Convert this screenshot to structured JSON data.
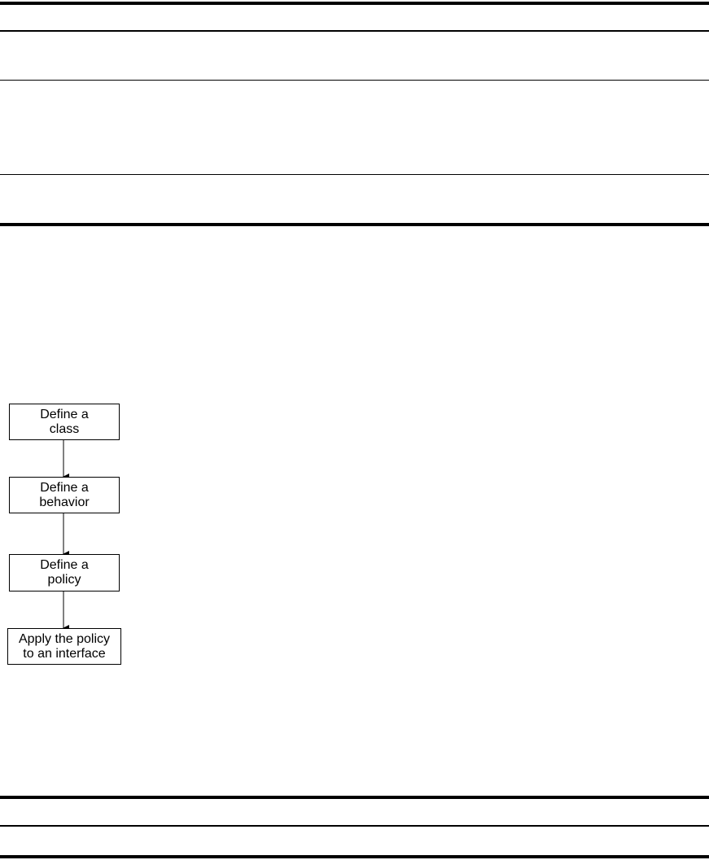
{
  "flowchart": {
    "steps": [
      {
        "label": "Define a\nclass"
      },
      {
        "label": "Define a\nbehavior"
      },
      {
        "label": "Define a\npolicy"
      },
      {
        "label": "Apply the policy\nto an interface"
      }
    ]
  }
}
